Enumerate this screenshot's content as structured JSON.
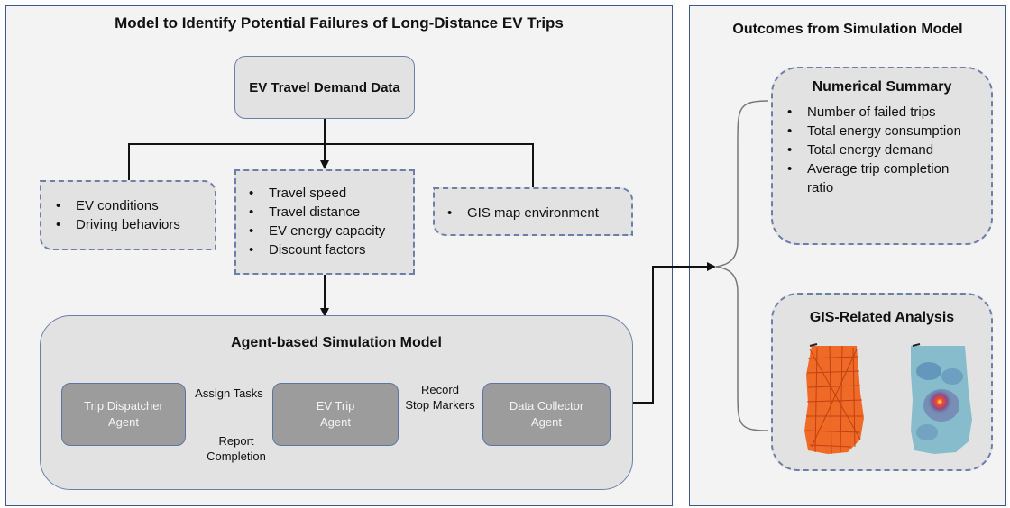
{
  "left_panel": {
    "title": "Model to Identify Potential Failures of Long-Distance EV Trips"
  },
  "right_panel": {
    "title": "Outcomes from Simulation Model"
  },
  "demand_box": {
    "label": "EV Travel Demand Data"
  },
  "condition_box": {
    "items": [
      "EV conditions",
      "Driving behaviors"
    ]
  },
  "travel_box": {
    "items": [
      "Travel speed",
      "Travel distance",
      "EV energy capacity",
      "Discount factors"
    ]
  },
  "gis_env_box": {
    "items": [
      "GIS map environment"
    ]
  },
  "simulation": {
    "title": "Agent-based Simulation Model",
    "dispatcher": {
      "line1": "Trip Dispatcher",
      "line2": "Agent"
    },
    "trip_agent": {
      "line1": "EV Trip",
      "line2": "Agent"
    },
    "collector": {
      "line1": "Data Collector",
      "line2": "Agent"
    },
    "assign_tasks": "Assign Tasks",
    "report": {
      "line1": "Report",
      "line2": "Completion"
    },
    "record": {
      "line1": "Record",
      "line2": "Stop Markers"
    }
  },
  "numerical_summary": {
    "title": "Numerical Summary",
    "items": [
      "Number of failed trips",
      "Total energy consumption",
      "Total energy demand",
      "Average trip completion ratio"
    ]
  },
  "gis_analysis": {
    "title": "GIS-Related Analysis"
  },
  "colors": {
    "panel_border": "#3f5a86",
    "dash_border": "#6d7fa8",
    "agent_fill": "#9c9c9c",
    "box_fill": "#e2e2e2",
    "road_orange": "#e85a1a",
    "heat_teal": "#7fb7c9"
  }
}
